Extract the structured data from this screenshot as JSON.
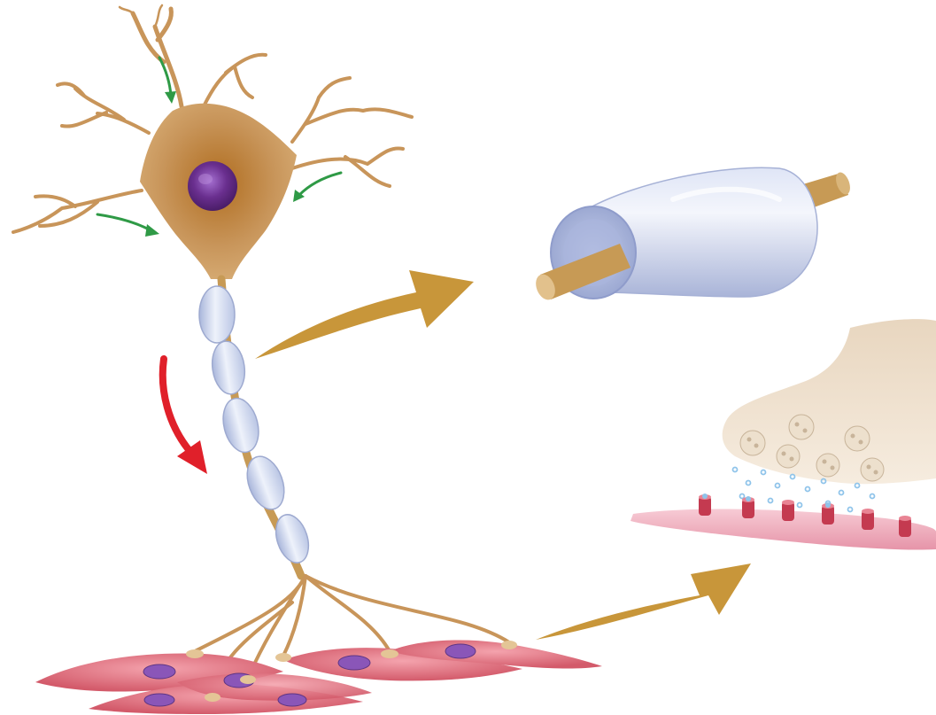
{
  "diagram": {
    "panels": [
      "neuron",
      "myelinated-axon-segment",
      "synapse",
      "muscle-fibers"
    ],
    "colors": {
      "background": "#ffffff",
      "neuron_body": "#c8955a",
      "nucleus": "#6a2f8f",
      "myelin": "#c9d4ee",
      "axon_core": "#c79a55",
      "input_arrows": "#2f9a46",
      "signal_arrow": "#e0202a",
      "callout_arrows": "#c8963a",
      "muscle_cell": "#e0707e",
      "muscle_nucleus": "#8a56b8",
      "postsynaptic_membrane": "#f0b6c4",
      "receptor": "#c43a50",
      "presynaptic_terminal": "#ead7bd",
      "neurotransmitter": "#8fc4ea"
    },
    "icons": [
      "dendrite-input-arrow-icon",
      "signal-direction-arrow-icon",
      "callout-arrow-icon"
    ]
  }
}
